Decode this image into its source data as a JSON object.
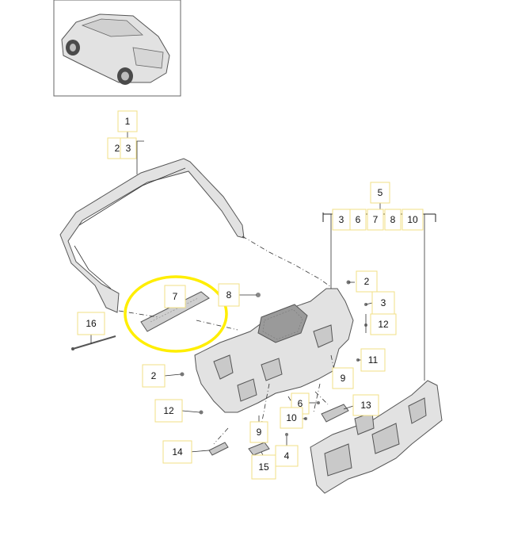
{
  "diagram": {
    "highlight_color": "#ffee00",
    "callout_border_color": "#f2df86",
    "callouts": {
      "c1": "1",
      "c1a": "2",
      "c1b": "3",
      "c5": "5",
      "c5a": "3",
      "c5b": "6",
      "c5c": "7",
      "c5d": "8",
      "c5e": "10",
      "c2a": "2",
      "c3": "3",
      "c12a": "12",
      "c11": "11",
      "c9a": "9",
      "c13": "13",
      "c6": "6",
      "c10": "10",
      "c4": "4",
      "c7": "7",
      "c8": "8",
      "c16": "16",
      "c2b": "2",
      "c12b": "12",
      "c9b": "9",
      "c14": "14",
      "c15": "15"
    }
  }
}
